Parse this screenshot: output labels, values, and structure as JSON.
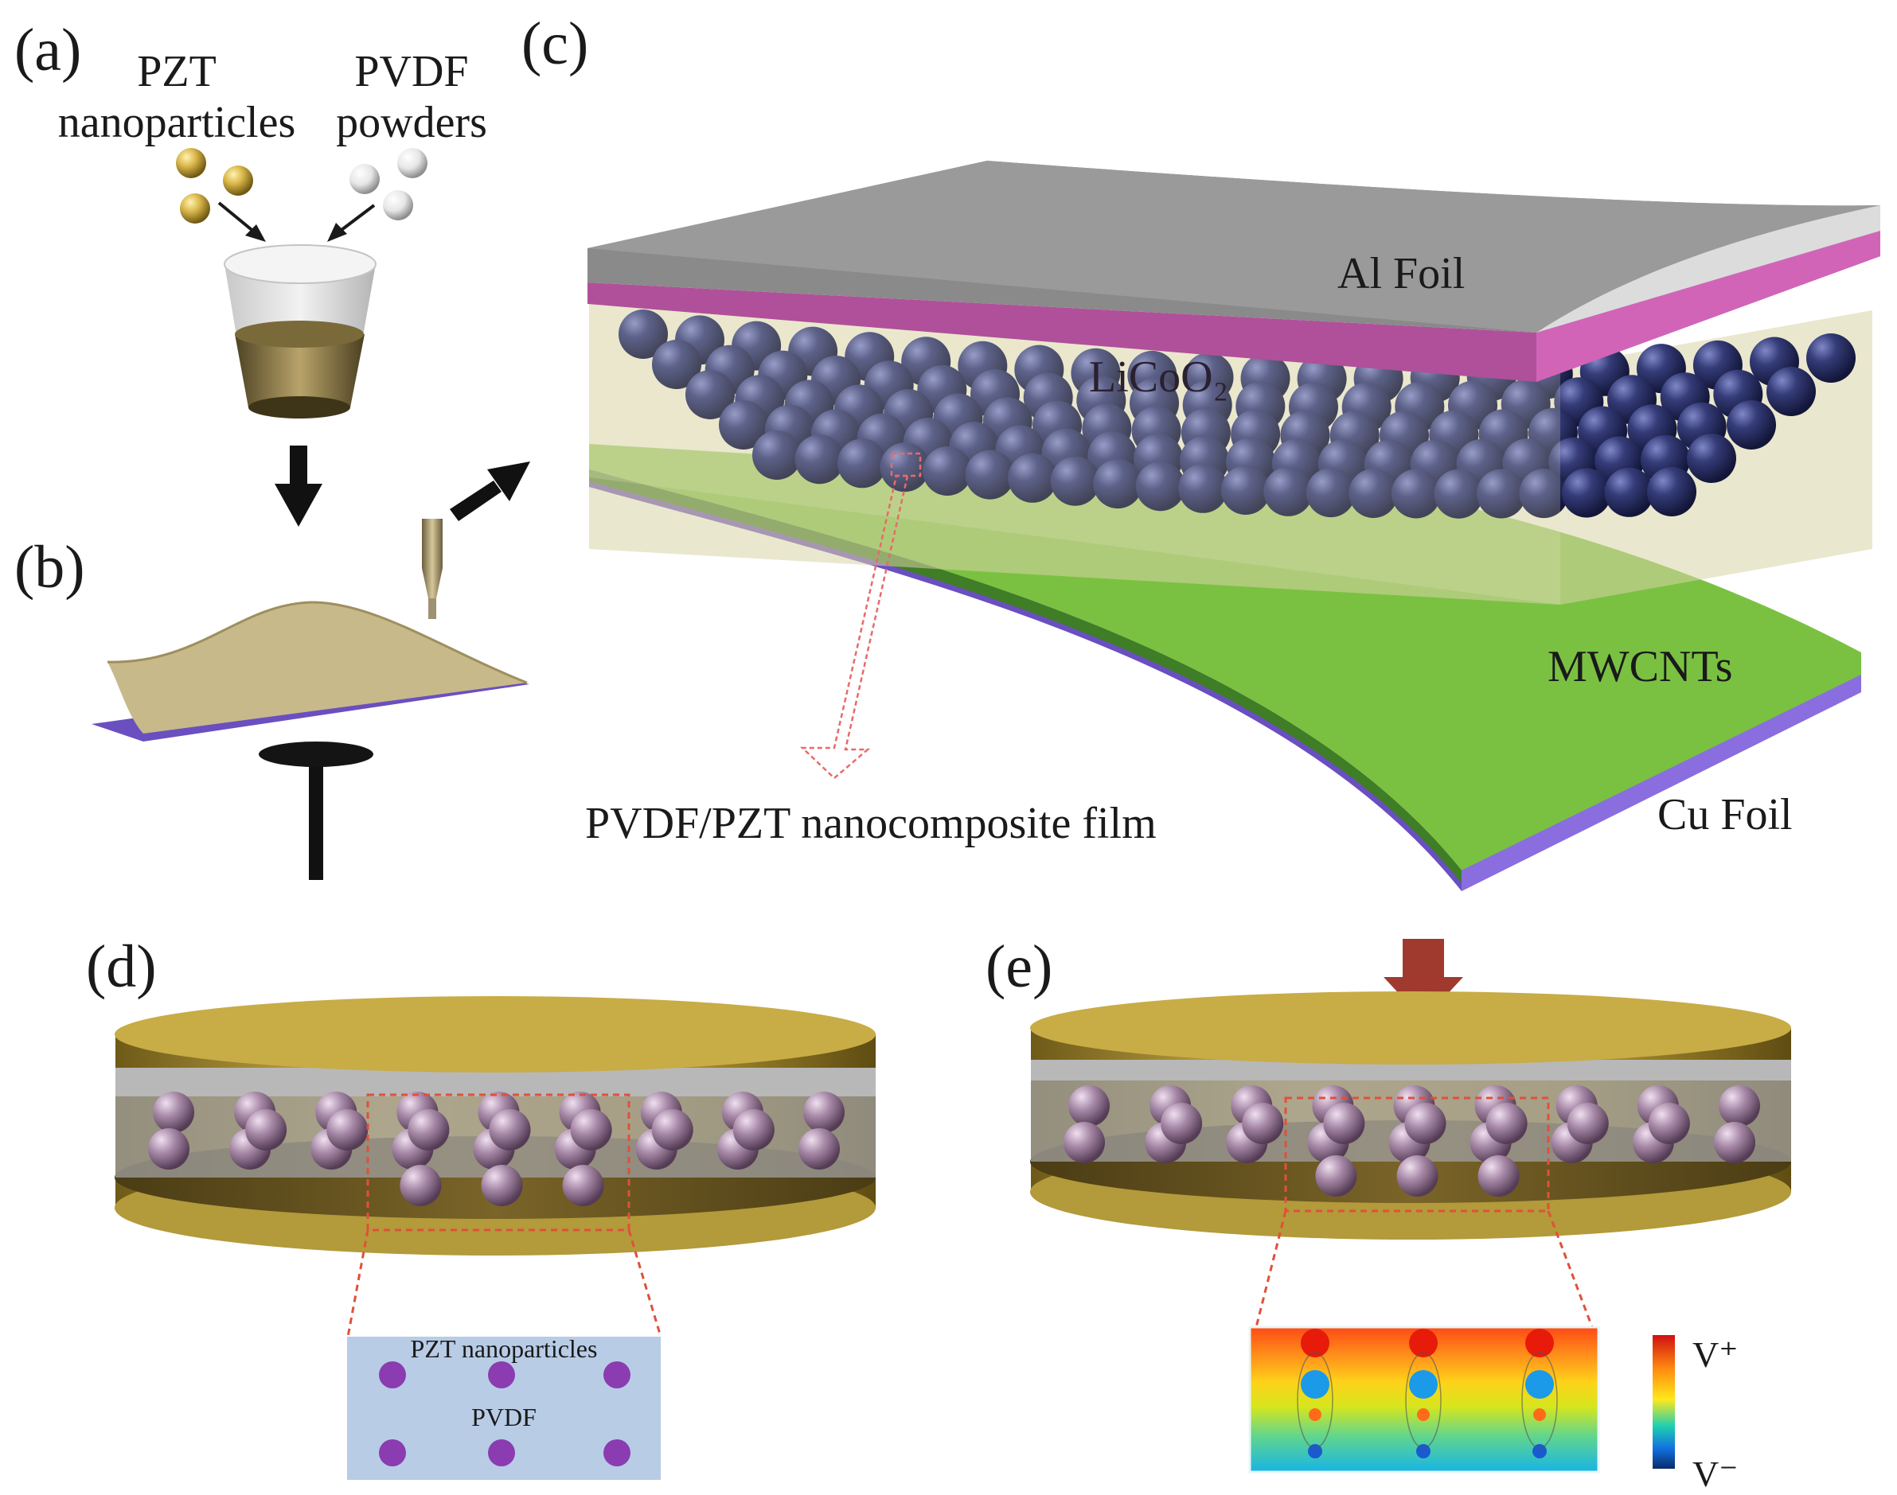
{
  "panels": {
    "a": {
      "letter": "(a)",
      "pzt_line1": "PZT",
      "pzt_line2": "nanoparticles",
      "pvdf_line1": "PVDF",
      "pvdf_line2": "powders"
    },
    "b": {
      "letter": "(b)"
    },
    "c": {
      "letter": "(c)",
      "al_foil": "Al Foil",
      "licoo2": "LiCoO₂",
      "mwcnts": "MWCNTs",
      "cu_foil": "Cu Foil",
      "film": "PVDF/PZT nanocomposite film"
    },
    "d": {
      "letter": "(d)",
      "inset_top": "PZT nanoparticles",
      "inset_mid": "PVDF"
    },
    "e": {
      "letter": "(e)",
      "v_plus": "V⁺",
      "v_minus": "V⁻"
    }
  },
  "colors": {
    "pzt_gold": "#c7a63c",
    "pvdf_white": "#e8e8e8",
    "al_foil": "#8a8a8a",
    "licoo2_layer": "#b0509a",
    "sphere_navy": "#2e3468",
    "mwcnt_green": "#7ac142",
    "cu_foil": "#6a4fc0",
    "electrode_gold": "#c8ac46",
    "particle_mauve": "#a58aa5",
    "inset_blue": "#b8cce6",
    "inset_dot": "#8a3cb0",
    "arrow_red": "#a03a2e"
  }
}
